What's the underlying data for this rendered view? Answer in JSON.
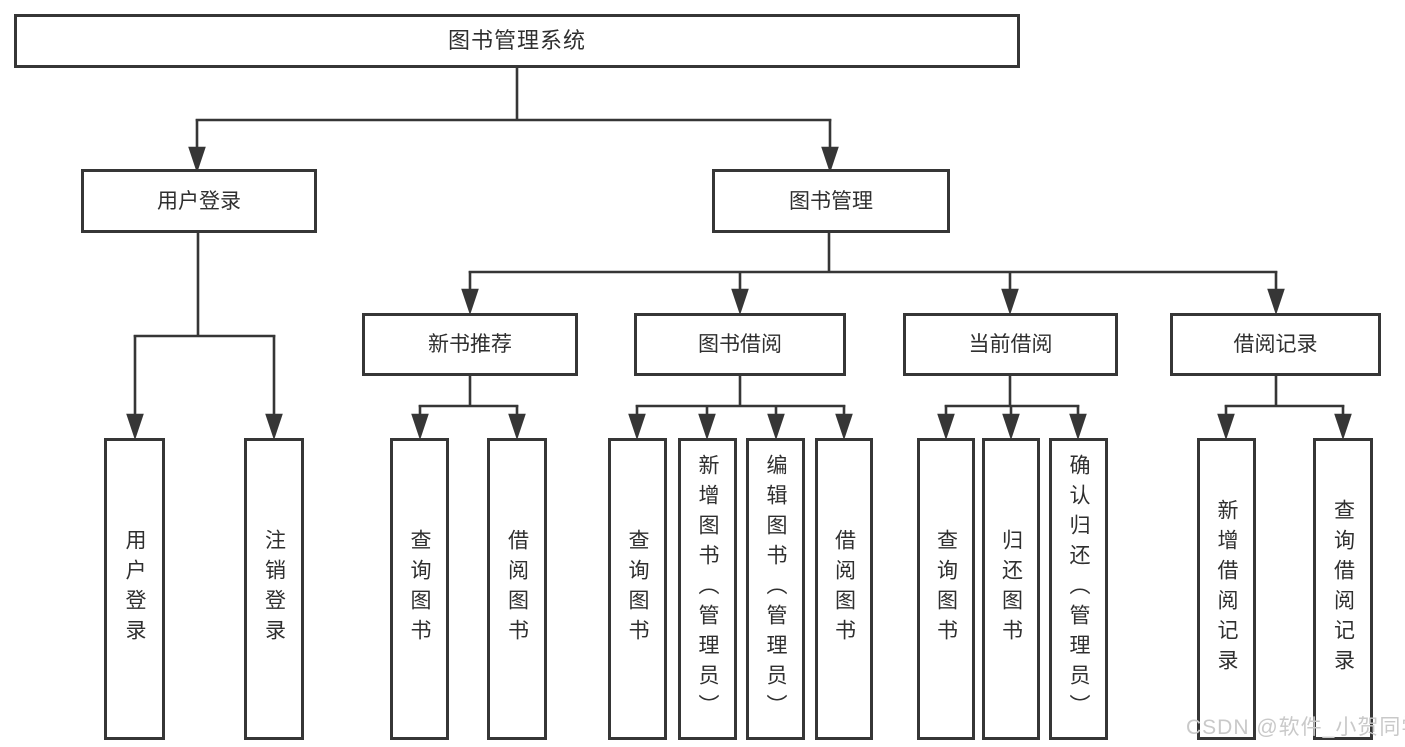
{
  "tree": {
    "root": {
      "label": "图书管理系统"
    },
    "branches": [
      {
        "label": "用户登录",
        "children": [
          {
            "label": "用户登录"
          },
          {
            "label": "注销登录"
          }
        ]
      },
      {
        "label": "图书管理",
        "children": [
          {
            "label": "新书推荐",
            "children": [
              {
                "label": "查询图书"
              },
              {
                "label": "借阅图书"
              }
            ]
          },
          {
            "label": "图书借阅",
            "children": [
              {
                "label": "查询图书"
              },
              {
                "label": "新增图书（管理员）"
              },
              {
                "label": "编辑图书（管理员）"
              },
              {
                "label": "借阅图书"
              }
            ]
          },
          {
            "label": "当前借阅",
            "children": [
              {
                "label": "查询图书"
              },
              {
                "label": "归还图书"
              },
              {
                "label": "确认归还（管理员）"
              }
            ]
          },
          {
            "label": "借阅记录",
            "children": [
              {
                "label": "新增借阅记录"
              },
              {
                "label": "查询借阅记录"
              }
            ]
          }
        ]
      }
    ]
  },
  "watermark": "CSDN @软件_小贺同学",
  "colors": {
    "line": "#363636",
    "box_border": "#363636",
    "text": "#2f2f2f",
    "watermark": "#c9c9c9",
    "background": "#ffffff"
  }
}
